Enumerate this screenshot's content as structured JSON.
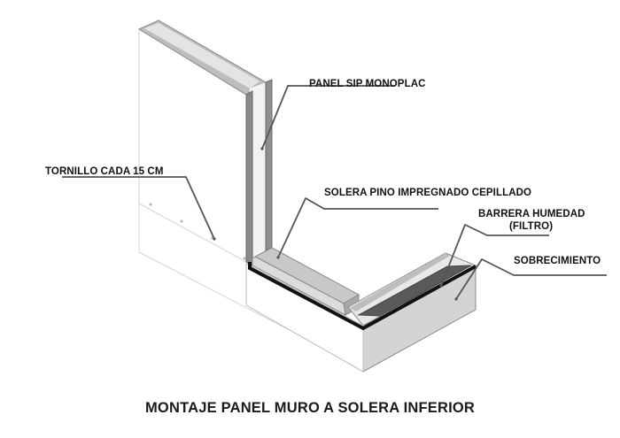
{
  "diagram": {
    "title": "MONTAJE PANEL MURO A SOLERA INFERIOR",
    "labels": {
      "panel": "PANEL SIP MONOPLAC",
      "screw": "TORNILLO CADA 15 CM",
      "sill_plate": "SOLERA PINO IMPREGNADO CEPILLADO",
      "moisture_barrier_line1": "BARRERA HUMEDAD",
      "moisture_barrier_line2": "(FILTRO)",
      "foundation": "SOBRECIMIENTO"
    },
    "colors": {
      "outline": "#222222",
      "panel_edge": "#9a9a9a",
      "panel_face": "#f7f7f7",
      "sill_plate": "#c6c6c6",
      "moisture_barrier": "#555555",
      "foundation_top": "#e6e6e6",
      "foundation_front": "#d2d2d2",
      "leader_line": "#555555"
    }
  }
}
